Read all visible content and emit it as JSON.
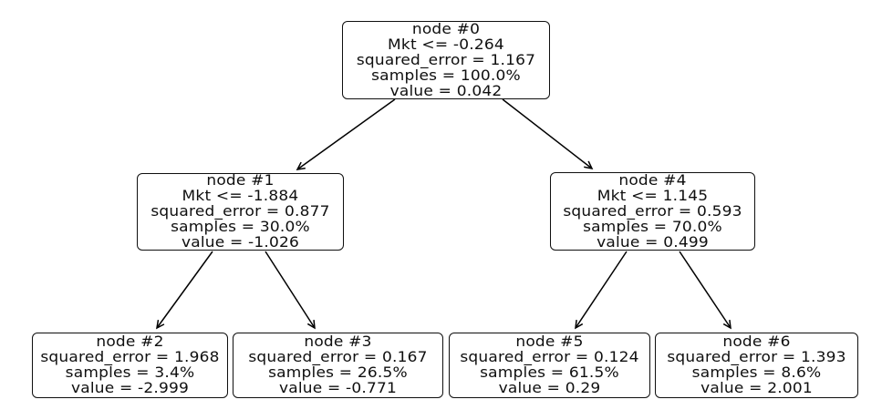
{
  "figure": {
    "type": "decision-tree-regressor-plot",
    "background_color": "#ffffff",
    "node_fill_color": "#ffffff",
    "node_border_color": "#0f0f0f",
    "arrow_color": "#000000",
    "text_color": "#0f0f0f"
  },
  "tree": {
    "feature_name": "Mkt",
    "nodes": [
      {
        "id": 0,
        "lines": [
          "node #0",
          "Mkt <= -0.264",
          "squared_error = 1.167",
          "samples = 100.0%",
          "value = 0.042"
        ]
      },
      {
        "id": 1,
        "lines": [
          "node #1",
          "Mkt <= -1.884",
          "squared_error = 0.877",
          "samples = 30.0%",
          "value = -1.026"
        ]
      },
      {
        "id": 2,
        "lines": [
          "node #2",
          "squared_error = 1.968",
          "samples = 3.4%",
          "value = -2.999"
        ]
      },
      {
        "id": 3,
        "lines": [
          "node #3",
          "squared_error = 0.167",
          "samples = 26.5%",
          "value = -0.771"
        ]
      },
      {
        "id": 4,
        "lines": [
          "node #4",
          "Mkt <= 1.145",
          "squared_error = 0.593",
          "samples = 70.0%",
          "value = 0.499"
        ]
      },
      {
        "id": 5,
        "lines": [
          "node #5",
          "squared_error = 0.124",
          "samples = 61.5%",
          "value = 0.29"
        ]
      },
      {
        "id": 6,
        "lines": [
          "node #6",
          "squared_error = 1.393",
          "samples = 8.6%",
          "value = 2.001"
        ]
      }
    ],
    "edges": [
      {
        "from": 0,
        "to": 1
      },
      {
        "from": 0,
        "to": 4
      },
      {
        "from": 1,
        "to": 2
      },
      {
        "from": 1,
        "to": 3
      },
      {
        "from": 4,
        "to": 5
      },
      {
        "from": 4,
        "to": 6
      }
    ]
  }
}
